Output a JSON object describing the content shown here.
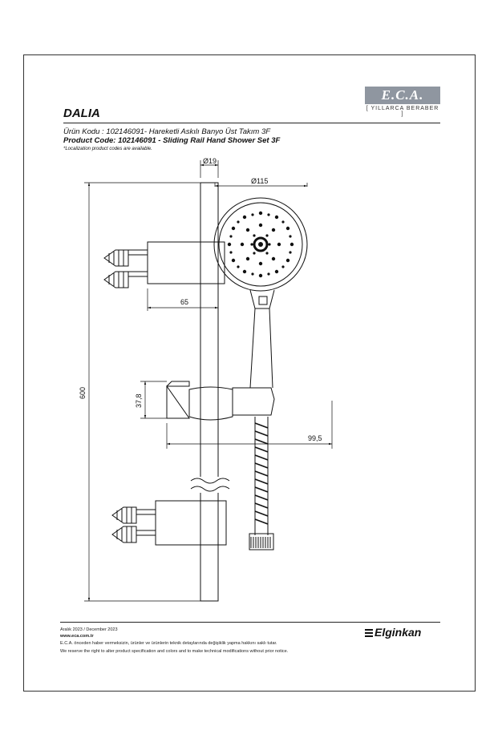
{
  "header": {
    "logo_text": "E.C.A.",
    "logo_slogan": "[ YILLARCA BERABER ]",
    "model_name": "DALIA",
    "code_tr": "Ürün Kodu : 102146091- Hareketli Askılı Banyo Üst Takım 3F",
    "code_en": "Product Code: 102146091 - Sliding Rail Hand Shower Set 3F",
    "note": "*Localization product codes are available."
  },
  "dimensions": {
    "rail_diameter": "Ø19",
    "head_diameter": "Ø115",
    "wall_offset": "65",
    "total_height": "600",
    "slider_height": "37,8",
    "slider_depth": "99,5"
  },
  "footer": {
    "date": "Aralık 2023 / December 2023",
    "website": "www.eca.com.tr",
    "disclaimer_tr": "E.C.A. önceden haber vermeksizin, ürünler ve ürünlerin teknik detaylarında değişiklik yapma hakkını saklı tutar.",
    "disclaimer_en": "We reserve the right to alter product specification and colors and to make technical modifications without prior notice.",
    "brand": "Elginkan"
  },
  "icons": [
    "eca-logo",
    "elginkan-logo-icon"
  ]
}
